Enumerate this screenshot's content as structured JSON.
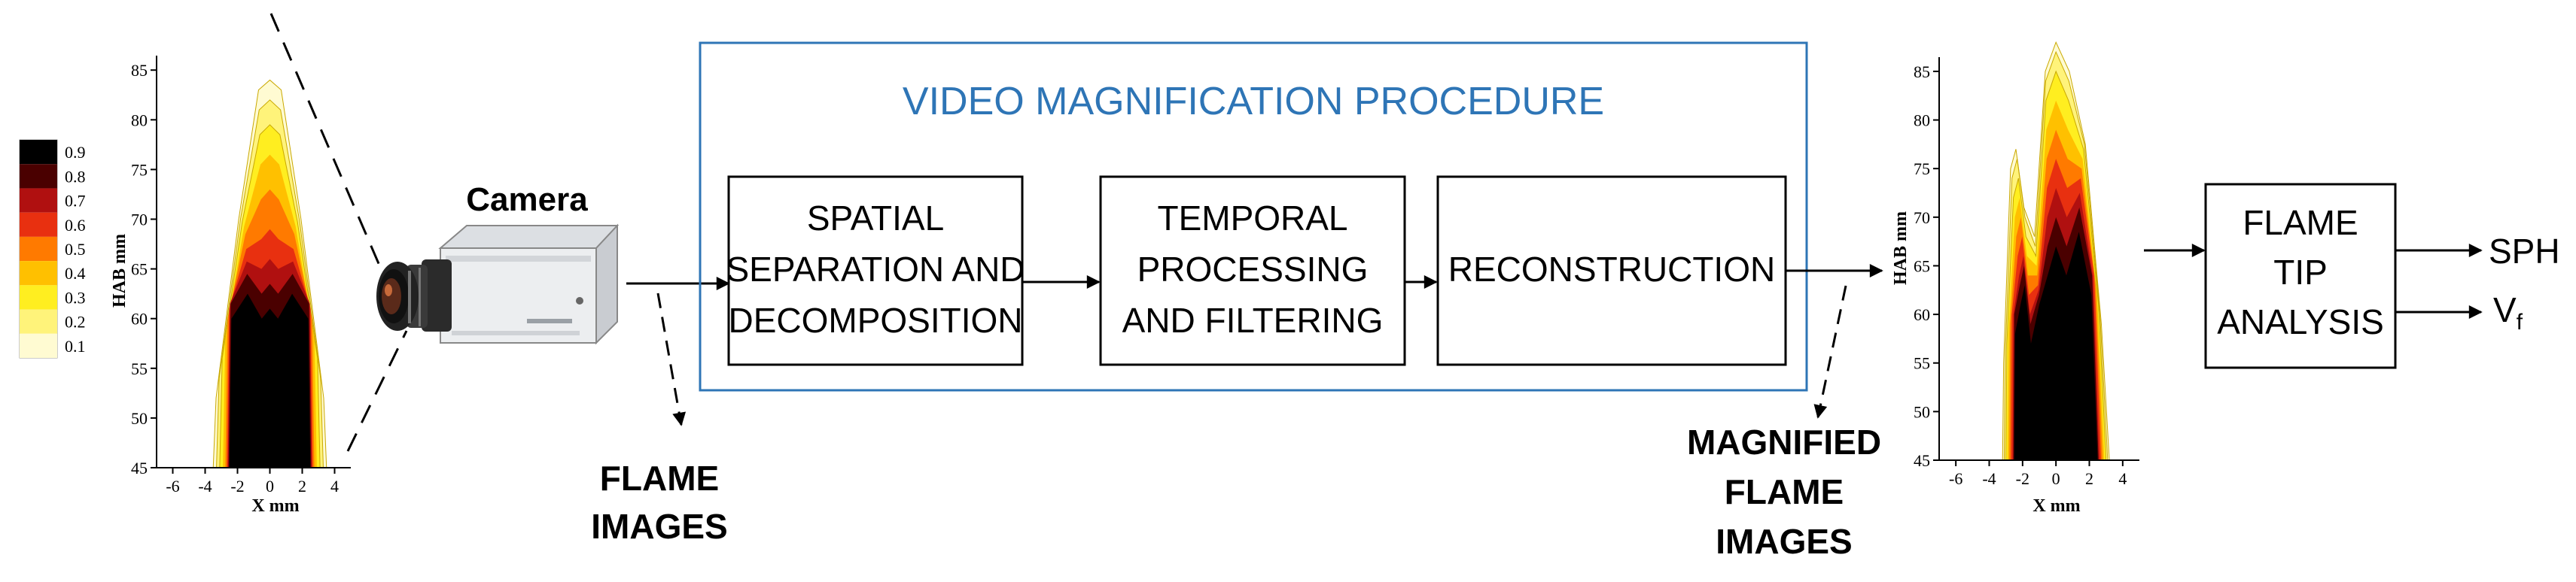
{
  "colorbar": {
    "labels": [
      "0.9",
      "0.8",
      "0.7",
      "0.6",
      "0.5",
      "0.4",
      "0.3",
      "0.2",
      "0.1"
    ],
    "colors": [
      "#000000",
      "#4a0000",
      "#b01010",
      "#e83010",
      "#ff7a00",
      "#ffc000",
      "#ffee20",
      "#fff37a",
      "#fffbd2"
    ]
  },
  "plot_left": {
    "ylabel": "HAB mm",
    "xlabel": "X mm",
    "yticks": [
      "85",
      "80",
      "75",
      "70",
      "65",
      "60",
      "55",
      "50",
      "45"
    ],
    "xticks": [
      "-6",
      "-4",
      "-2",
      "0",
      "2",
      "4"
    ]
  },
  "plot_right": {
    "ylabel": "HAB mm",
    "xlabel": "X mm",
    "yticks": [
      "85",
      "80",
      "75",
      "70",
      "65",
      "60",
      "55",
      "50",
      "45"
    ],
    "xticks": [
      "-6",
      "-4",
      "-2",
      "0",
      "2",
      "4"
    ]
  },
  "camera": {
    "label": "Camera"
  },
  "procedure": {
    "title": "VIDEO MAGNIFICATION PROCEDURE",
    "border_color": "#2e75b6",
    "title_color": "#2e75b6",
    "steps": [
      {
        "lines": [
          "SPATIAL",
          "SEPARATION AND",
          "DECOMPOSITION"
        ]
      },
      {
        "lines": [
          "TEMPORAL",
          "PROCESSING",
          "AND FILTERING"
        ]
      },
      {
        "lines": [
          "RECONSTRUCTION"
        ]
      }
    ]
  },
  "flame_images_label": [
    "FLAME",
    "IMAGES"
  ],
  "magnified_label": [
    "MAGNIFIED",
    "FLAME",
    "IMAGES"
  ],
  "analysis": {
    "lines": [
      "FLAME",
      "TIP",
      "ANALYSIS"
    ]
  },
  "outputs": {
    "sph": "SPH",
    "vf_main": "V",
    "vf_sub": "f"
  }
}
